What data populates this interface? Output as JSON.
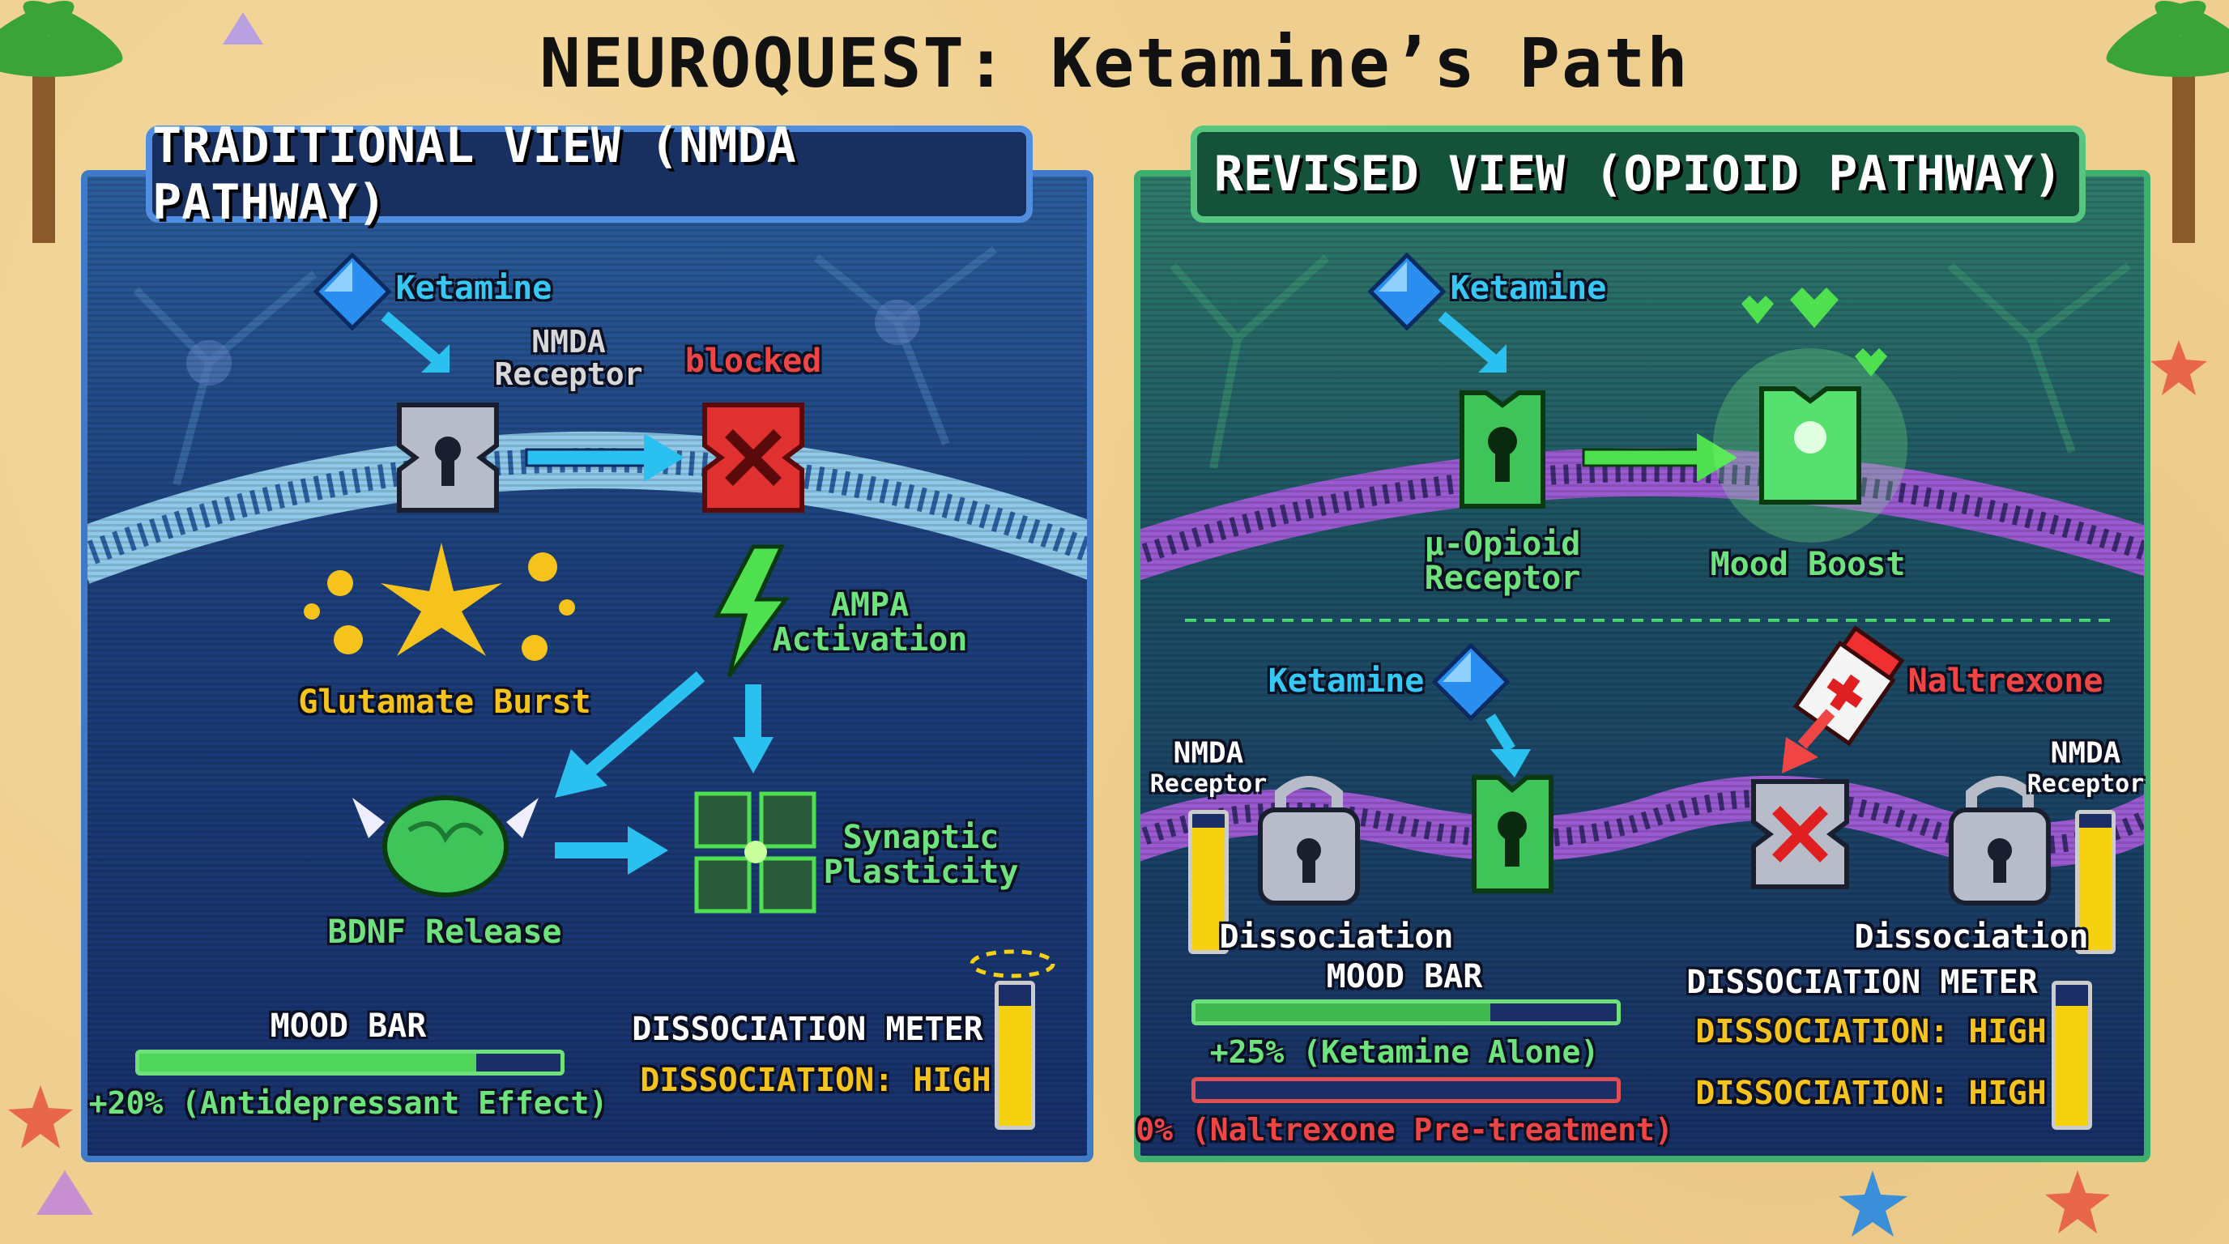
{
  "title": "NEUROQUEST: Ketamine’s Path",
  "colors": {
    "traditional": "#3f79c8",
    "revised": "#3cae6e",
    "mood": "#4fd65a",
    "naltrexone": "#f04545",
    "dissociation": "#f5d10f"
  },
  "traditional": {
    "header": "TRADITIONAL VIEW (NMDA PATHWAY)",
    "ketamine": "Ketamine",
    "receptor": [
      "NMDA",
      "Receptor"
    ],
    "blocked": "blocked",
    "glutamate": "Glutamate Burst",
    "ampa": [
      "AMPA",
      "Activation"
    ],
    "bdnf": "BDNF Release",
    "plasticity": [
      "Synaptic",
      "Plasticity"
    ],
    "mood_label": "MOOD BAR",
    "mood_value_pct": 80,
    "mood_text": "+20% (Antidepressant Effect)",
    "dissociation_label": "DISSOCIATION METER",
    "dissociation_text": "DISSOCIATION: HIGH",
    "dissociation_level_pct": 85
  },
  "revised": {
    "header": "REVISED VIEW (OPIOID PATHWAY)",
    "ketamine": "Ketamine",
    "opioid_receptor": [
      "µ-Opioid",
      "Receptor"
    ],
    "mood_boost": "Mood Boost",
    "ketamine2": "Ketamine",
    "naltrexone": "Naltrexone",
    "nmda_left": [
      "NMDA",
      "Receptor"
    ],
    "nmda_right": [
      "NMDA",
      "Receptor"
    ],
    "dissociation_left": "Dissociation",
    "dissociation_right": "Dissociation",
    "mood_label": "MOOD BAR",
    "mood_alone_pct": 70,
    "mood_alone_text": "+25% (Ketamine Alone)",
    "mood_naltrexone_pct": 0,
    "mood_naltrexone_text": "0% (Naltrexone Pre-treatment)",
    "dissociation_label": "DISSOCIATION METER",
    "dissociation_text_1": "DISSOCIATION: HIGH",
    "dissociation_text_2": "DISSOCIATION: HIGH",
    "dissociation_level_pct": 85,
    "side_meter_level_pct": 90
  }
}
